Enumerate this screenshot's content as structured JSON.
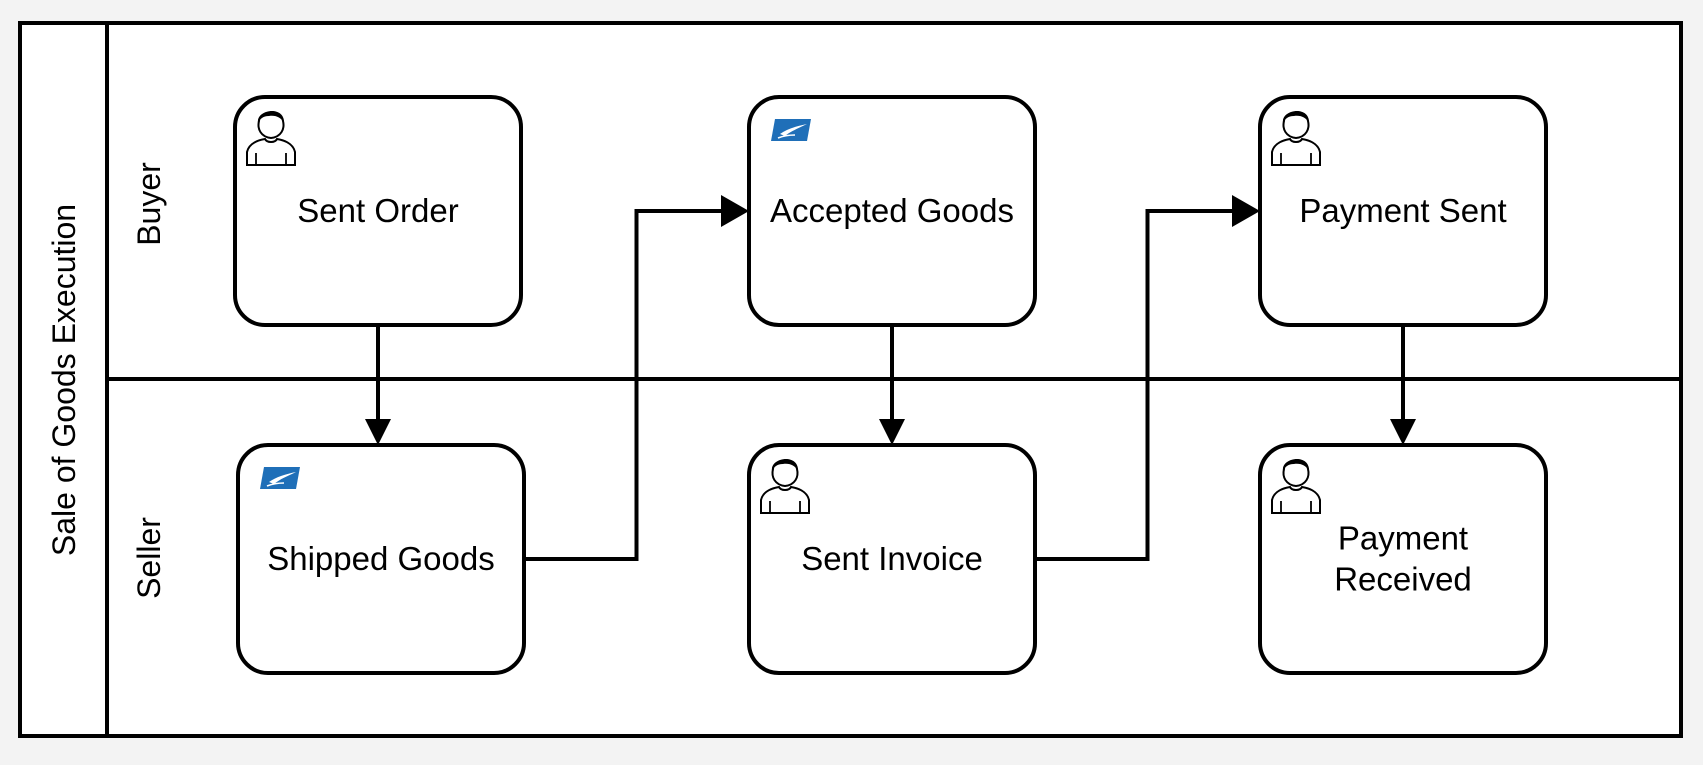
{
  "pool": {
    "label": "Sale of Goods Execution"
  },
  "lanes": [
    {
      "id": "buyer",
      "label": "Buyer"
    },
    {
      "id": "seller",
      "label": "Seller"
    }
  ],
  "tasks": [
    {
      "id": "sent-order",
      "lane": "buyer",
      "icon": "user-icon",
      "lines": [
        "Sent Order"
      ]
    },
    {
      "id": "accepted-goods",
      "lane": "buyer",
      "icon": "mail-logo-icon",
      "lines": [
        "Accepted Goods"
      ]
    },
    {
      "id": "payment-sent",
      "lane": "buyer",
      "icon": "user-icon",
      "lines": [
        "Payment Sent"
      ]
    },
    {
      "id": "shipped-goods",
      "lane": "seller",
      "icon": "mail-logo-icon",
      "lines": [
        "Shipped Goods"
      ]
    },
    {
      "id": "sent-invoice",
      "lane": "seller",
      "icon": "user-icon",
      "lines": [
        "Sent Invoice"
      ]
    },
    {
      "id": "payment-received",
      "lane": "seller",
      "icon": "user-icon",
      "lines": [
        "Payment",
        "Received"
      ]
    }
  ],
  "flows": [
    {
      "from": "sent-order",
      "to": "shipped-goods"
    },
    {
      "from": "shipped-goods",
      "to": "accepted-goods"
    },
    {
      "from": "accepted-goods",
      "to": "sent-invoice"
    },
    {
      "from": "sent-invoice",
      "to": "payment-sent"
    },
    {
      "from": "payment-sent",
      "to": "payment-received"
    }
  ],
  "colors": {
    "background": "#f3f3f3",
    "canvas": "#ffffff",
    "stroke": "#000000",
    "mail_logo": "#1f6fb8"
  }
}
